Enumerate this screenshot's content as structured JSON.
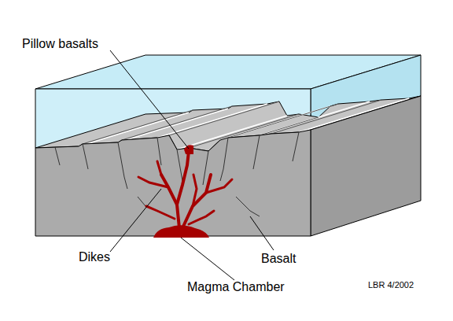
{
  "diagram": {
    "labels": [
      "Pillow basalts",
      "Dikes",
      "Magma Chamber",
      "Basalt",
      "LBR 4/2002"
    ]
  }
}
